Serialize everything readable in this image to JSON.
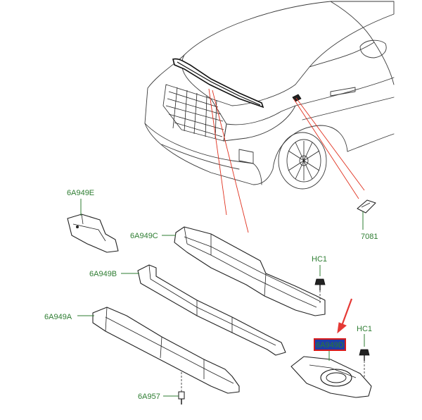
{
  "labels": {
    "p6A949E": "6A949E",
    "p6A949C": "6A949C",
    "p6A949B": "6A949B",
    "p6A949A": "6A949A",
    "p6A957": "6A957",
    "p7081": "7081",
    "hc1_upper": "HC1",
    "hc1_lower": "HC1",
    "p6A949D": "6A949D"
  },
  "colors": {
    "label_text": "#2e7d32",
    "highlight_border": "#d81b1b",
    "highlight_fill": "#1e3ea8",
    "arrow": "#e53935"
  },
  "highlighted_part": "6A949D"
}
